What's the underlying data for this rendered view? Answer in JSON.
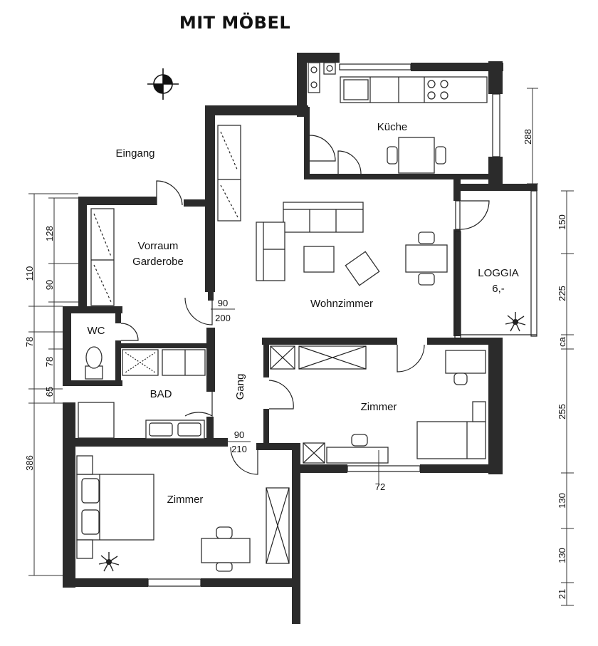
{
  "title": "MIT MÖBEL",
  "rooms": {
    "kueche": "Küche",
    "eingang": "Eingang",
    "vorraum_1": "Vorraum",
    "vorraum_2": "Garderobe",
    "wohnzimmer": "Wohnzimmer",
    "loggia_1": "LOGGIA",
    "loggia_2": "6,-",
    "wc": "WC",
    "bad": "BAD",
    "gang": "Gang",
    "zimmer_east": "Zimmer",
    "zimmer_south": "Zimmer"
  },
  "door_dims": {
    "d1_top": "90",
    "d1_bottom": "200",
    "d2_top": "90",
    "d2_bottom": "210",
    "d3": "72"
  },
  "left_dims": {
    "outer": [
      "110",
      "78",
      "65",
      "386"
    ],
    "inner": [
      "128",
      "90",
      "78"
    ]
  },
  "right_dims": [
    "288",
    "150",
    "225",
    "ca",
    "255",
    "130",
    "130",
    "21"
  ],
  "icons": [
    "north-arrow-icon",
    "plant-icon"
  ]
}
